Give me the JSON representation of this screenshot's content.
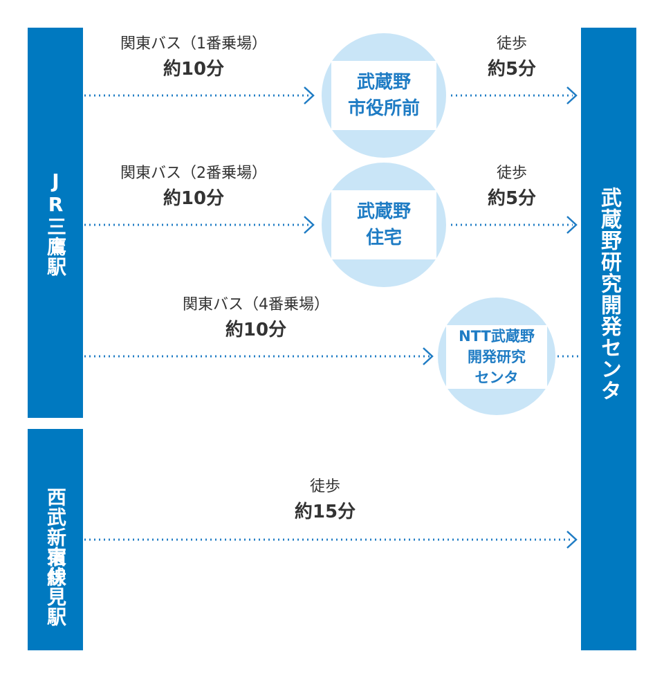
{
  "stations": {
    "jr_mitaka": "JR三鷹駅",
    "seibu_higashifushimi_line1": "西武新宿線",
    "seibu_higashifushimi_line2": "東伏見駅"
  },
  "destination": "武蔵野研究開発センタ",
  "routes": [
    {
      "mode": "関東バス（1番乗場）",
      "time": "約10分",
      "stop": [
        "武蔵野",
        "市役所前"
      ],
      "walk_mode": "徒歩",
      "walk_time": "約5分"
    },
    {
      "mode": "関東バス（2番乗場）",
      "time": "約10分",
      "stop": [
        "武蔵野",
        "住宅"
      ],
      "walk_mode": "徒歩",
      "walk_time": "約5分"
    },
    {
      "mode": "関東バス（4番乗場）",
      "time": "約10分",
      "stop": [
        "NTT武蔵野",
        "開発研究",
        "センタ"
      ]
    },
    {
      "mode": "徒歩",
      "time": "約15分"
    }
  ],
  "colors": {
    "bar": "#0079c0",
    "stop_circle": "#c9e5f7",
    "stop_text": "#1f7cc4",
    "arrow": "#1f7cc4",
    "text": "#333333"
  }
}
